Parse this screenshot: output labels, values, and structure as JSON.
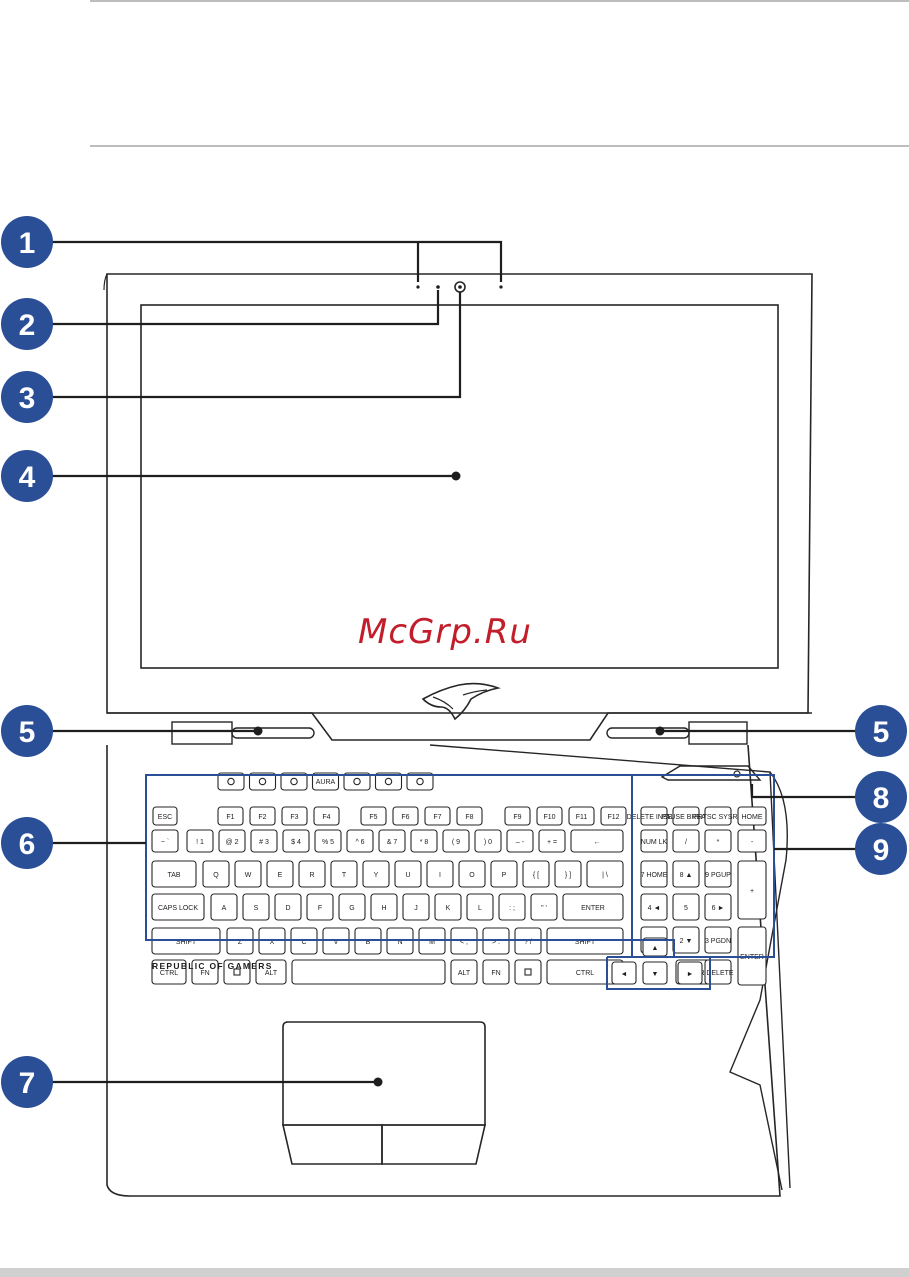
{
  "watermark": "McGrp.Ru",
  "brand_text": "REPUBLIC OF GAMERS",
  "callouts": [
    "1",
    "2",
    "3",
    "4",
    "5",
    "5",
    "6",
    "7",
    "8",
    "9"
  ],
  "hotkeys": [
    "volume-down-icon",
    "volume-up-icon",
    "mic-mute-icon",
    "AURA",
    "xbox-icon",
    "screen-toggle-icon",
    "rog-logo-icon"
  ],
  "keyboard_rows": [
    [
      "ESC",
      "F1",
      "F2",
      "F3",
      "F4",
      "F5",
      "F6",
      "F7",
      "F8",
      "F9",
      "F10",
      "F11",
      "F12"
    ],
    [
      "~ `",
      "! 1",
      "@ 2",
      "# 3",
      "$ 4",
      "% 5",
      "^ 6",
      "& 7",
      "* 8",
      "( 9",
      ") 0",
      "– -",
      "+ =",
      "←"
    ],
    [
      "TAB",
      "Q",
      "W",
      "E",
      "R",
      "T",
      "Y",
      "U",
      "I",
      "O",
      "P",
      "{ [",
      "} ]",
      "| \\"
    ],
    [
      "CAPS LOCK",
      "A",
      "S",
      "D",
      "F",
      "G",
      "H",
      "J",
      "K",
      "L",
      ": ;",
      "\" '",
      "ENTER"
    ],
    [
      "SHIFT",
      "Z",
      "X",
      "C",
      "V",
      "B",
      "N",
      "M",
      "< ,",
      "> .",
      "? /",
      "SHIFT"
    ],
    [
      "CTRL",
      "FN",
      "win-icon",
      "ALT",
      "",
      "ALT",
      "FN",
      "menu-icon",
      "CTRL"
    ]
  ],
  "numpad_keys": [
    "DELETE INSERT",
    "PAUSE BREAK",
    "PRTSC SYSRQ",
    "HOME",
    "NUM LK",
    "/",
    "*",
    "-",
    "7 HOME",
    "8 ▲",
    "9 PGUP",
    "+",
    "4 ◄",
    "5",
    "6 ►",
    "1 END",
    "2 ▼",
    "3 PGDN",
    "ENTER",
    "0 INSERT",
    ". DELETE"
  ],
  "arrow_keys": [
    "▲",
    "◄",
    "▼",
    "►"
  ]
}
